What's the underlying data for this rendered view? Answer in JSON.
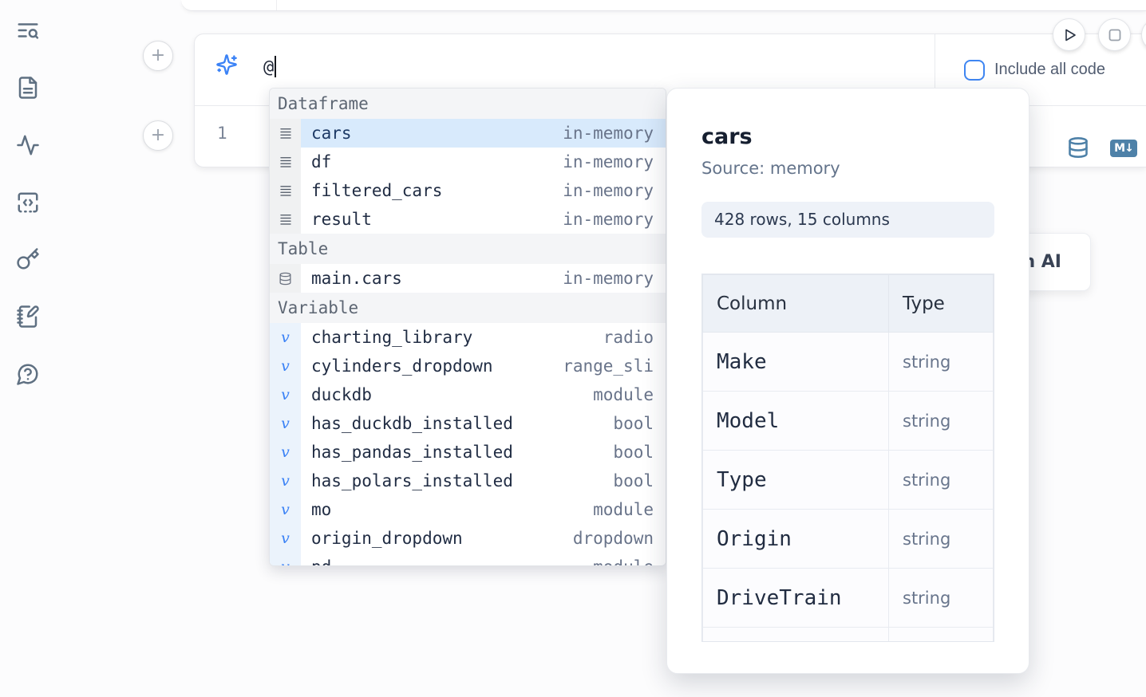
{
  "colors": {
    "accent": "#3b82f6",
    "selection_bg": "#d8eafc",
    "steel_blue": "#4e81a8"
  },
  "sidebar": {
    "icons": [
      "toc-search-icon",
      "document-icon",
      "activity-icon",
      "snippets-icon",
      "keys-icon",
      "scratchpad-icon",
      "help-icon"
    ]
  },
  "ai_prompt": {
    "value": "@",
    "include_code_label": "Include all code"
  },
  "code_cell": {
    "line_number": "1",
    "markdown_badge": "M↓"
  },
  "completion_menu": {
    "sections": [
      {
        "label": "Dataframe",
        "items": [
          {
            "icon": "dataframe-icon",
            "name": "cars",
            "type": "in-memory",
            "selected": true
          },
          {
            "icon": "dataframe-icon",
            "name": "df",
            "type": "in-memory"
          },
          {
            "icon": "dataframe-icon",
            "name": "filtered_cars",
            "type": "in-memory"
          },
          {
            "icon": "dataframe-icon",
            "name": "result",
            "type": "in-memory"
          }
        ]
      },
      {
        "label": "Table",
        "items": [
          {
            "icon": "table-icon",
            "name": "main.cars",
            "type": "in-memory"
          }
        ]
      },
      {
        "label": "Variable",
        "items": [
          {
            "icon": "variable-icon",
            "name": "charting_library",
            "type": "radio"
          },
          {
            "icon": "variable-icon",
            "name": "cylinders_dropdown",
            "type": "range_sli"
          },
          {
            "icon": "variable-icon",
            "name": "duckdb",
            "type": "module"
          },
          {
            "icon": "variable-icon",
            "name": "has_duckdb_installed",
            "type": "bool"
          },
          {
            "icon": "variable-icon",
            "name": "has_pandas_installed",
            "type": "bool"
          },
          {
            "icon": "variable-icon",
            "name": "has_polars_installed",
            "type": "bool"
          },
          {
            "icon": "variable-icon",
            "name": "mo",
            "type": "module"
          },
          {
            "icon": "variable-icon",
            "name": "origin_dropdown",
            "type": "dropdown"
          },
          {
            "icon": "variable-icon",
            "name": "pd",
            "type": "module"
          }
        ]
      }
    ]
  },
  "preview": {
    "title": "cars",
    "source_label": "Source: memory",
    "shape_badge": "428 rows, 15 columns",
    "table": {
      "headers": [
        "Column",
        "Type"
      ],
      "rows": [
        {
          "column": "Make",
          "type": "string"
        },
        {
          "column": "Model",
          "type": "string"
        },
        {
          "column": "Type",
          "type": "string"
        },
        {
          "column": "Origin",
          "type": "string"
        },
        {
          "column": "DriveTrain",
          "type": "string"
        }
      ]
    }
  },
  "ai_button_fragment": {
    "visible_label": "h AI"
  }
}
